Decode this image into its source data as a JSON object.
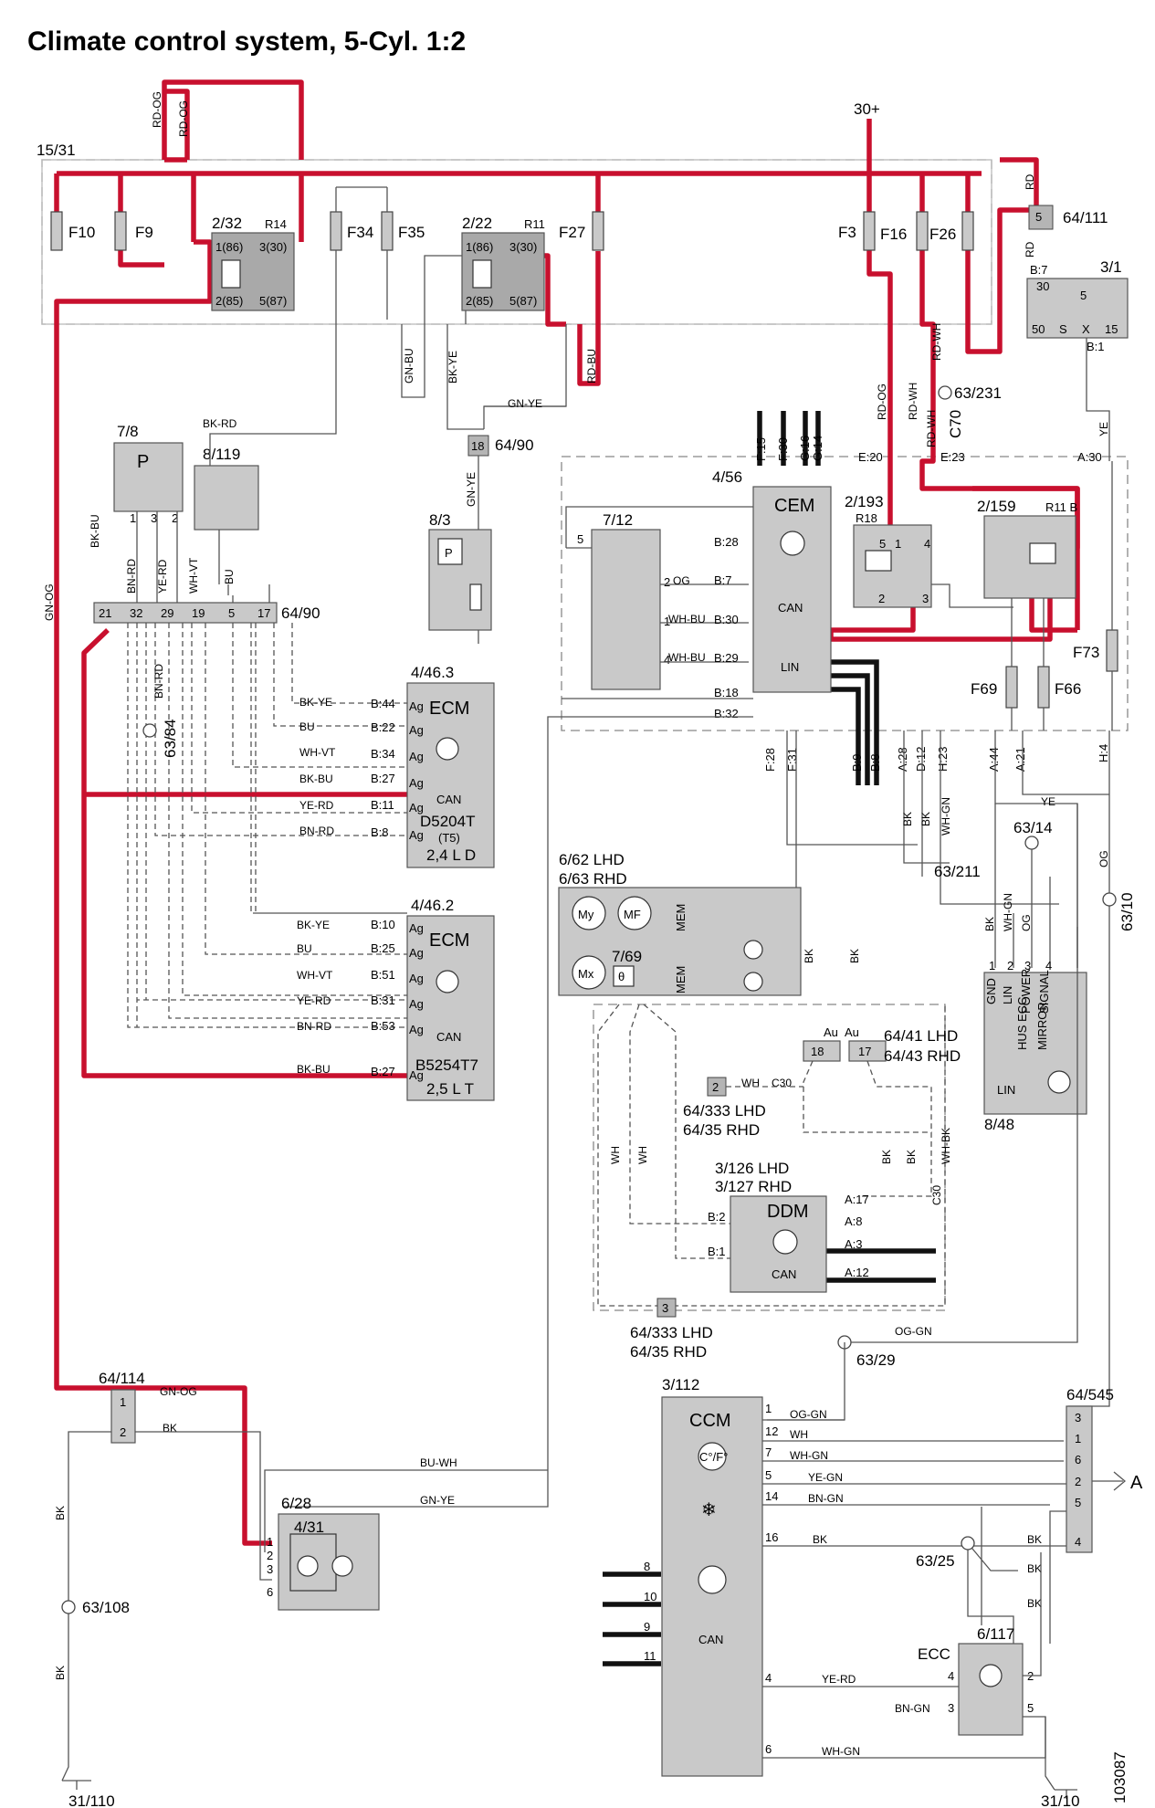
{
  "title": "Climate control system, 5-Cyl. 1:2",
  "doc_number": "103087",
  "colors": {
    "highlight": "#c8102e",
    "component_fill": "#c9c9c9",
    "wire": "#555555"
  },
  "supply": {
    "term15_31": "15/31",
    "term30": "30+"
  },
  "fuses": {
    "f10": "F10",
    "f9": "F9",
    "f34": "F34",
    "f35": "F35",
    "f27": "F27",
    "f3": "F3",
    "f16": "F16",
    "f26": "F26",
    "f69": "F69",
    "f66": "F66",
    "f73": "F73"
  },
  "relays": {
    "r_2_32": "2/32",
    "r14": "R14",
    "r_2_22": "2/22",
    "r11": "R11",
    "r_2_193": "2/193",
    "r18": "R18",
    "r_2_159": "2/159",
    "r11b": "R11 B",
    "p86": "1(86)",
    "p30": "3(30)",
    "p85": "2(85)",
    "p87": "5(87)"
  },
  "components": {
    "c_64_111": "64/111",
    "c_3_1": "3/1",
    "c_7_8": "7/8",
    "c_8_119": "8/119",
    "c_8_3": "8/3",
    "c_64_90": "64/90",
    "c_7_12": "7/12",
    "c_4_56": "4/56",
    "cem": "CEM",
    "c_63_231": "63/231",
    "c70": "C70",
    "c_63_84": "63/84",
    "c_4_46_3": "4/46.3",
    "ecm": "ECM",
    "ecm1_engine": "D5204T",
    "ecm1_sub": "(T5)",
    "ecm1_size": "2,4 L D",
    "c_4_46_2": "4/46.2",
    "ecm2_engine": "B5254T7",
    "ecm2_size": "2,5 L T",
    "c_6_62": "6/62 LHD",
    "c_6_63": "6/63 RHD",
    "c_7_69": "7/69",
    "c_63_14": "63/14",
    "c_63_211": "63/211",
    "c_63_10": "63/10",
    "c_8_48": "8/48",
    "c_64_41": "64/41 LHD",
    "c_64_43": "64/43 RHD",
    "c_64_333a": "64/333 LHD",
    "c_64_35a": "64/35 RHD",
    "c_3_126": "3/126 LHD",
    "c_3_127": "3/127 RHD",
    "ddm": "DDM",
    "c_64_333b": "64/333 LHD",
    "c_64_35b": "64/35 RHD",
    "c_63_29": "63/29",
    "c_3_112": "3/112",
    "ccm": "CCM",
    "ccm_temp": "C°/F°",
    "c_64_545": "64/545",
    "arrow_a": "A",
    "c_64_114": "64/114",
    "c_6_28": "6/28",
    "c_4_31": "4/31",
    "c_63_108": "63/108",
    "c_63_25": "63/25",
    "ecc": "ECC",
    "c_6_117": "6/117",
    "g_31_110": "31/110",
    "g_31_10": "31/10",
    "p": "P",
    "theta": "θ",
    "mx": "Mx",
    "my": "My",
    "mf": "MF",
    "can": "CAN",
    "lin": "LIN",
    "mem": "MEM"
  },
  "wire_colors": {
    "rd_og": "RD-OG",
    "rd": "RD",
    "gn_bu": "GN-BU",
    "bk_ye": "BK-YE",
    "rd_bu": "RD-BU",
    "gn_ye": "GN-YE",
    "bk_rd": "BK-RD",
    "bk_bu": "BK-BU",
    "gn_og": "GN-OG",
    "bn_rd": "BN-RD",
    "ye_rd": "YE-RD",
    "wh_vt": "WH-VT",
    "bu": "BU",
    "og": "OG",
    "wh_bu": "WH-BU",
    "rd_wh": "RD-WH",
    "ye": "YE",
    "bk": "BK",
    "wh_gn": "WH-GN",
    "og_gn": "OG-GN",
    "wh": "WH",
    "wh_bk": "WH-BK",
    "c30": "C30",
    "bu_wh": "BU-WH",
    "ye_gn": "YE-GN",
    "bn_gn": "BN-GN"
  },
  "pins": {
    "cem_f15": "F:15",
    "cem_f30": "F:30",
    "cem_g16": "G:16",
    "cem_g14": "G:14",
    "cem_b28": "B:28",
    "cem_b7": "B:7",
    "cem_b30": "B:30",
    "cem_b29": "B:29",
    "cem_b18": "B:18",
    "cem_b32": "B:32",
    "cem_e20": "E:20",
    "cem_e23": "E:23",
    "cem_a30": "A:30",
    "cem_f28": "F:28",
    "cem_f31": "F:31",
    "cem_b9": "B:9",
    "cem_b8": "B:8",
    "cem_a28": "A:28",
    "cem_d12": "D:12",
    "cem_h23": "H:23",
    "cem_a44": "A:44",
    "cem_a21": "A:21",
    "cem_h4": "H:4",
    "e1_b44": "B:44",
    "e1_b22": "B:22",
    "e1_b34": "B:34",
    "e1_b27": "B:27",
    "e1_b11": "B:11",
    "e1_b8": "B:8",
    "e2_b10": "B:10",
    "e2_b25": "B:25",
    "e2_b51": "B:51",
    "e2_b31": "B:31",
    "e2_b53": "B:53",
    "e2_b27": "B:27",
    "ag": "Ag",
    "ddm_a17": "A:17",
    "ddm_a8": "A:8",
    "ddm_b2": "B:2",
    "ddm_b1": "B:1",
    "ddm_a3": "A:3",
    "ddm_a12": "A:12",
    "b7": "B:7",
    "b1": "B:1",
    "r31_30": "30",
    "r31_5": "5",
    "r31_50": "50",
    "r31_s": "S",
    "r31_x": "X",
    "r31_15": "15",
    "au": "Au",
    "n18": "18",
    "n17": "17",
    "n2": "2",
    "n3": "3",
    "s21": "21",
    "s32": "32",
    "s29": "29",
    "s19": "19",
    "s5": "5",
    "s17": "17",
    "n1": "1",
    "n4": "4",
    "n5": "5",
    "n6": "6",
    "n7": "7",
    "n8": "8",
    "n9": "9",
    "n10": "10",
    "n11": "11",
    "n12": "12",
    "n14": "14",
    "n16": "16",
    "gnd": "GND",
    "lin_l": "LIN",
    "power": "POWER",
    "signal": "SIGNAL",
    "hus_ecc": "HUS ECC",
    "mirror": "MIRROR"
  }
}
